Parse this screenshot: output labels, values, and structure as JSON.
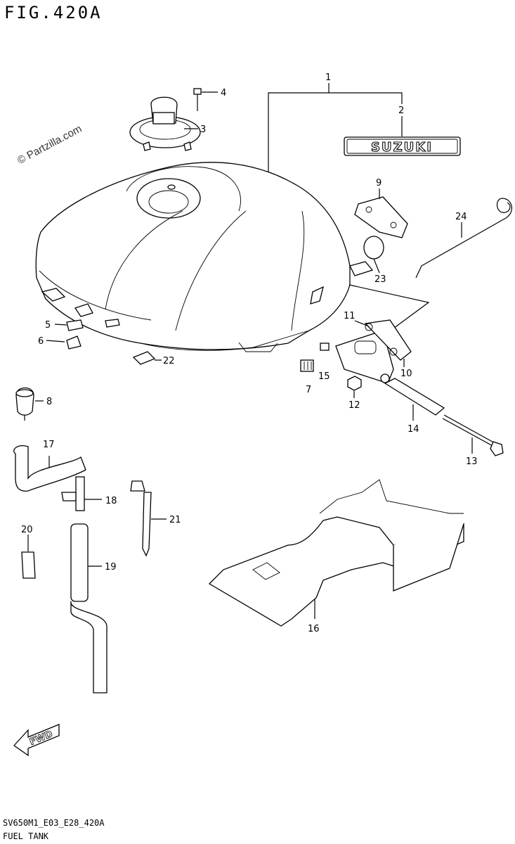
{
  "figure": {
    "title": "FIG.420A",
    "watermark": "© Partzilla.com",
    "model_code": "SV650M1_E03_E28_420A",
    "caption": "FUEL TANK",
    "emblem_text": "SUZUKI",
    "fwd_label": "FWD"
  },
  "callouts": [
    "1",
    "2",
    "3",
    "4",
    "5",
    "6",
    "7",
    "8",
    "9",
    "10",
    "11",
    "12",
    "13",
    "14",
    "15",
    "16",
    "17",
    "18",
    "19",
    "20",
    "21",
    "22",
    "23",
    "24"
  ]
}
